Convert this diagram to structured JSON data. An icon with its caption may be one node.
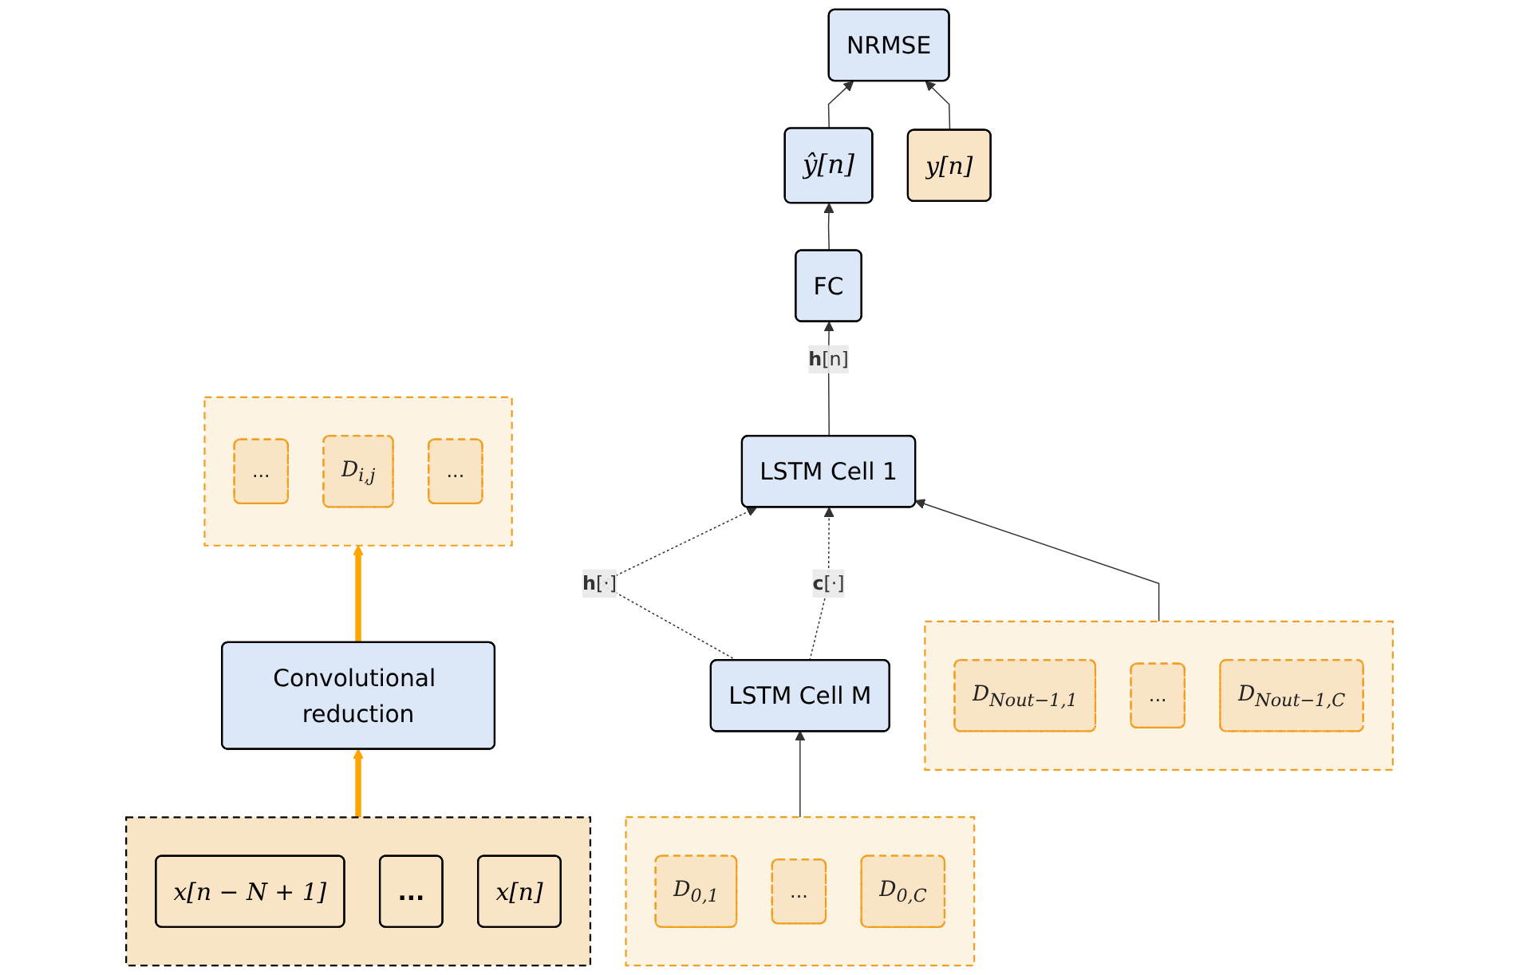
{
  "diagram": {
    "nodes": [
      {
        "text": [
          "LSTM Cell M"
        ]
      },
      {
        "text": [
          "LSTM Cell 1"
        ]
      },
      {
        "text": [
          "FC"
        ]
      },
      {
        "text": [
          "ŷ[n]"
        ]
      },
      {
        "text": [
          "y[n]"
        ]
      },
      {
        "text": [
          "NRMSE"
        ]
      },
      {
        "text": [],
        "shape": "box"
      },
      {
        "text": [
          "D$_{0,1}$"
        ],
        "in": 6
      },
      {
        "text": [
          "..."
        ],
        "in": 6
      },
      {
        "text": [
          "D$_{0,C}$"
        ],
        "in": 6
      },
      {
        "text": [],
        "shape": "box"
      },
      {
        "text": [
          "..."
        ],
        "in": 10
      },
      {
        "text": [
          "D$_{i,j}$"
        ],
        "in": 10
      },
      {
        "text": [
          "..."
        ],
        "in": 10
      },
      {
        "text": [],
        "shape": "box"
      },
      {
        "text": [
          "D$_{Nout−1,1}$"
        ],
        "in": 14
      },
      {
        "text": [
          "..."
        ],
        "in": 14
      },
      {
        "text": [
          "D$_{Nout−1,C}$"
        ],
        "in": 14
      },
      {
        "text": [
          "Convolutional reduction"
        ]
      },
      {
        "text": [],
        "shape": "box"
      },
      {
        "text": [
          "x[n − N + 1]"
        ],
        "in": 19
      },
      {
        "text": [
          "..."
        ],
        "in": 19
      },
      {
        "text": [
          "x[n]"
        ],
        "in": 19
      }
    ],
    "edges": [
      {
        "from": 0,
        "to": 1,
        "arrow": "to",
        "style": "dashed",
        "label": "**h**[·]"
      },
      {
        "from": 0,
        "to": 1,
        "arrow": "to",
        "style": "dashed",
        "label": "**c**[·]"
      },
      {
        "from": 1,
        "to": 2,
        "arrow": "to",
        "label": "**h**[n]"
      },
      {
        "from": 2,
        "to": 3,
        "arrow": "to"
      },
      {
        "from": 3,
        "to": 5,
        "arrow": "to"
      },
      {
        "from": 4,
        "to": 5,
        "arrow": "to"
      },
      {
        "from": 6,
        "to": 0,
        "arrow": "to"
      },
      {
        "from": 14,
        "to": 1,
        "arrow": "to"
      },
      {
        "from": 18,
        "to": 10,
        "arrow": "to",
        "style": "thick",
        "color": "#ffa500"
      },
      {
        "from": 19,
        "to": 18,
        "arrow": "to",
        "style": "thick",
        "color": "#ffa500"
      }
    ]
  }
}
